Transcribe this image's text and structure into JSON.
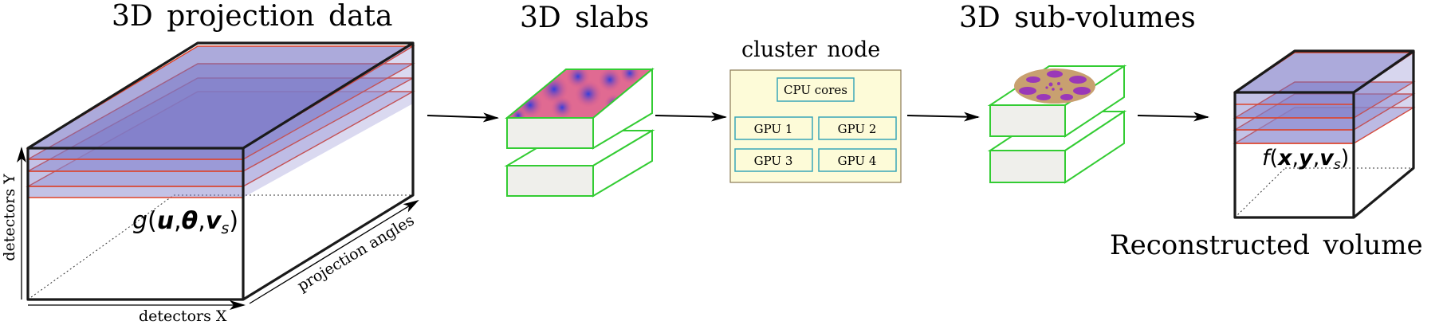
{
  "labels": {
    "projection_title": "3D projection data",
    "slabs_title": "3D slabs",
    "cluster_title": "cluster node",
    "subvolumes_title": "3D sub-volumes",
    "reconstructed_title": "Reconstructed volume",
    "axis_detectors_y": "detectors Y",
    "axis_detectors_x": "detectors X",
    "axis_projection_angles": "projection angles",
    "cpu": "CPU cores",
    "gpus": [
      "GPU 1",
      "GPU 2",
      "GPU 3",
      "GPU 4"
    ]
  },
  "formulas": {
    "g": {
      "fn": "g",
      "open": "(",
      "a": "u",
      "sep1": ",",
      "b": "θ",
      "sep2": ",",
      "c": "v",
      "sub": "s",
      "close": ")"
    },
    "f": {
      "fn": "f",
      "open": "(",
      "a": "x",
      "sep1": ",",
      "b": "y",
      "sep2": ",",
      "c": "v",
      "sub": "s",
      "close": ")"
    }
  },
  "colors": {
    "outline": "#1a1a1a",
    "slab_outline": "#e0442a",
    "slab_fill": "#7a78c8",
    "box_green": "#33cc33",
    "box_face": "#efefeb",
    "node_fill": "#fdfbd8",
    "node_border": "#8a7a55",
    "chip_border": "#3aa6b8",
    "phantom_disc": "#c8a070",
    "phantom_spot": "#9a38b8"
  }
}
